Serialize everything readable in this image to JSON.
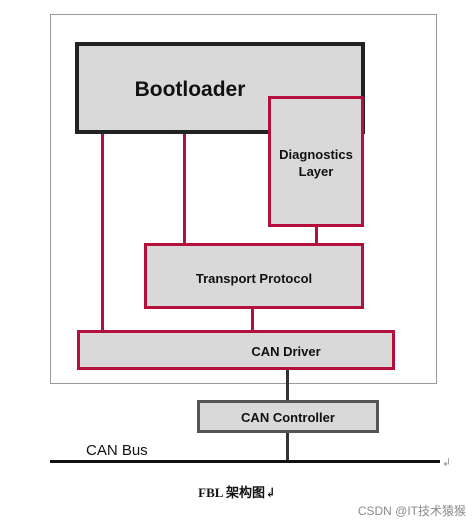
{
  "diagram": {
    "bootloader": "Bootloader",
    "diagnostics_line1": "Diagnostics",
    "diagnostics_line2": "Layer",
    "transport": "Transport Protocol",
    "can_driver": "CAN Driver",
    "can_controller": "CAN Controller",
    "can_bus": "CAN Bus",
    "caption": "FBL 架构图↲",
    "watermark": "CSDN @IT技术猿猴",
    "edge_mark": "↲"
  },
  "colors": {
    "accent_red": "#b5103c",
    "box_fill": "#d9d9d9",
    "outline_dark": "#222222"
  }
}
